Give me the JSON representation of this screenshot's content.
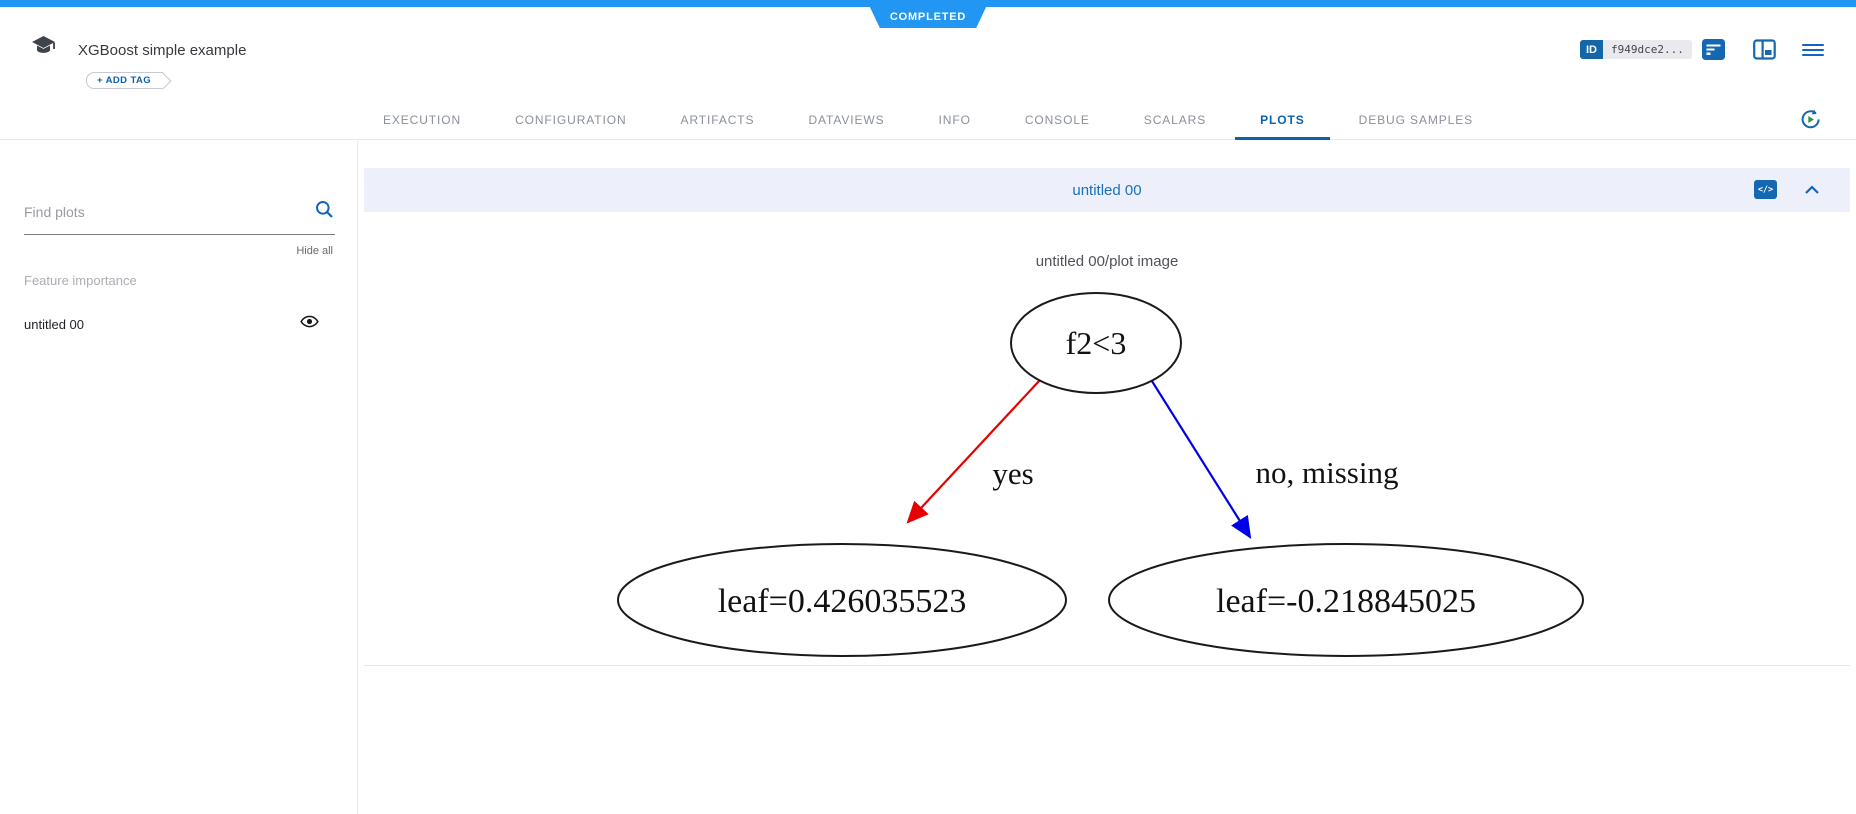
{
  "ribbon": {
    "status": "COMPLETED"
  },
  "header": {
    "title": "XGBoost simple example",
    "add_tag_label": "+ ADD TAG",
    "id_badge": "ID",
    "id_value": "f949dce2...",
    "code_icon_label": "</>"
  },
  "tabs": [
    {
      "label": "EXECUTION",
      "active": false
    },
    {
      "label": "CONFIGURATION",
      "active": false
    },
    {
      "label": "ARTIFACTS",
      "active": false
    },
    {
      "label": "DATAVIEWS",
      "active": false
    },
    {
      "label": "INFO",
      "active": false
    },
    {
      "label": "CONSOLE",
      "active": false
    },
    {
      "label": "SCALARS",
      "active": false
    },
    {
      "label": "PLOTS",
      "active": true
    },
    {
      "label": "DEBUG SAMPLES",
      "active": false
    }
  ],
  "sidebar": {
    "search_placeholder": "Find plots",
    "hide_all_label": "Hide all",
    "group_label": "Feature importance",
    "plot_item_label": "untitled 00"
  },
  "panel": {
    "title": "untitled 00",
    "plot_title": "untitled 00/plot image"
  },
  "chart_data": {
    "type": "tree-diagram",
    "title": "untitled 00/plot image",
    "nodes": [
      {
        "id": "root",
        "label": "f2<3"
      },
      {
        "id": "leaf_left",
        "label": "leaf=0.426035523"
      },
      {
        "id": "leaf_right",
        "label": "leaf=-0.218845025"
      }
    ],
    "edges": [
      {
        "from": "root",
        "to": "leaf_left",
        "label": "yes",
        "color": "#e80000"
      },
      {
        "from": "root",
        "to": "leaf_right",
        "label": "no, missing",
        "color": "#0000e8"
      }
    ]
  },
  "colors": {
    "accent": "#2196f3",
    "active_tab": "#0b61ad",
    "panel_header_bg": "#edf0fa",
    "panel_title": "#1b70b8",
    "yes_edge": "#e80000",
    "no_edge": "#0000e8"
  }
}
